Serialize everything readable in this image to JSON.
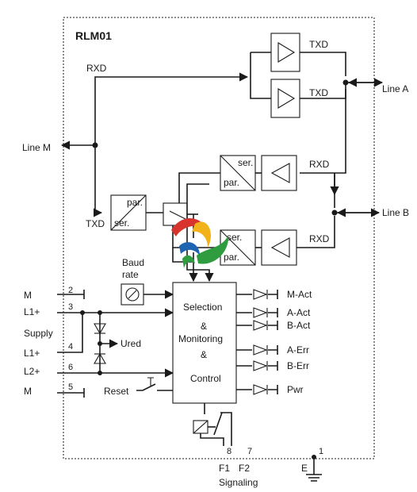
{
  "device": {
    "name": "RLM01"
  },
  "lines": {
    "line_a": "Line A",
    "line_b": "Line B",
    "line_m": "Line M"
  },
  "signals": {
    "txd": "TXD",
    "rxd": "RXD"
  },
  "converter": {
    "ser": "ser.",
    "par": "par."
  },
  "baud": {
    "line1": "Baud",
    "line2": "rate"
  },
  "controller": {
    "line1": "Selection",
    "line2": "&",
    "line3": "Monitoring",
    "line4": "&",
    "line5": "Control"
  },
  "leds": [
    "M-Act",
    "A-Act",
    "B-Act",
    "A-Err",
    "B-Err",
    "Pwr"
  ],
  "supply": {
    "terminals": [
      "M",
      "L1+",
      "Supply",
      "L1+",
      "L2+",
      "M"
    ],
    "numbers": [
      "2",
      "3",
      "4",
      "6",
      "5"
    ],
    "ured": "Ured",
    "reset": "Reset"
  },
  "signaling": {
    "f1": "F1",
    "f2": "F2",
    "label": "Signaling",
    "num8": "8",
    "num7": "7"
  },
  "ground": {
    "label": "E",
    "num": "1"
  },
  "logo_colors": [
    "#d6342c",
    "#f2b21a",
    "#2e9c3f",
    "#1f63b3"
  ]
}
